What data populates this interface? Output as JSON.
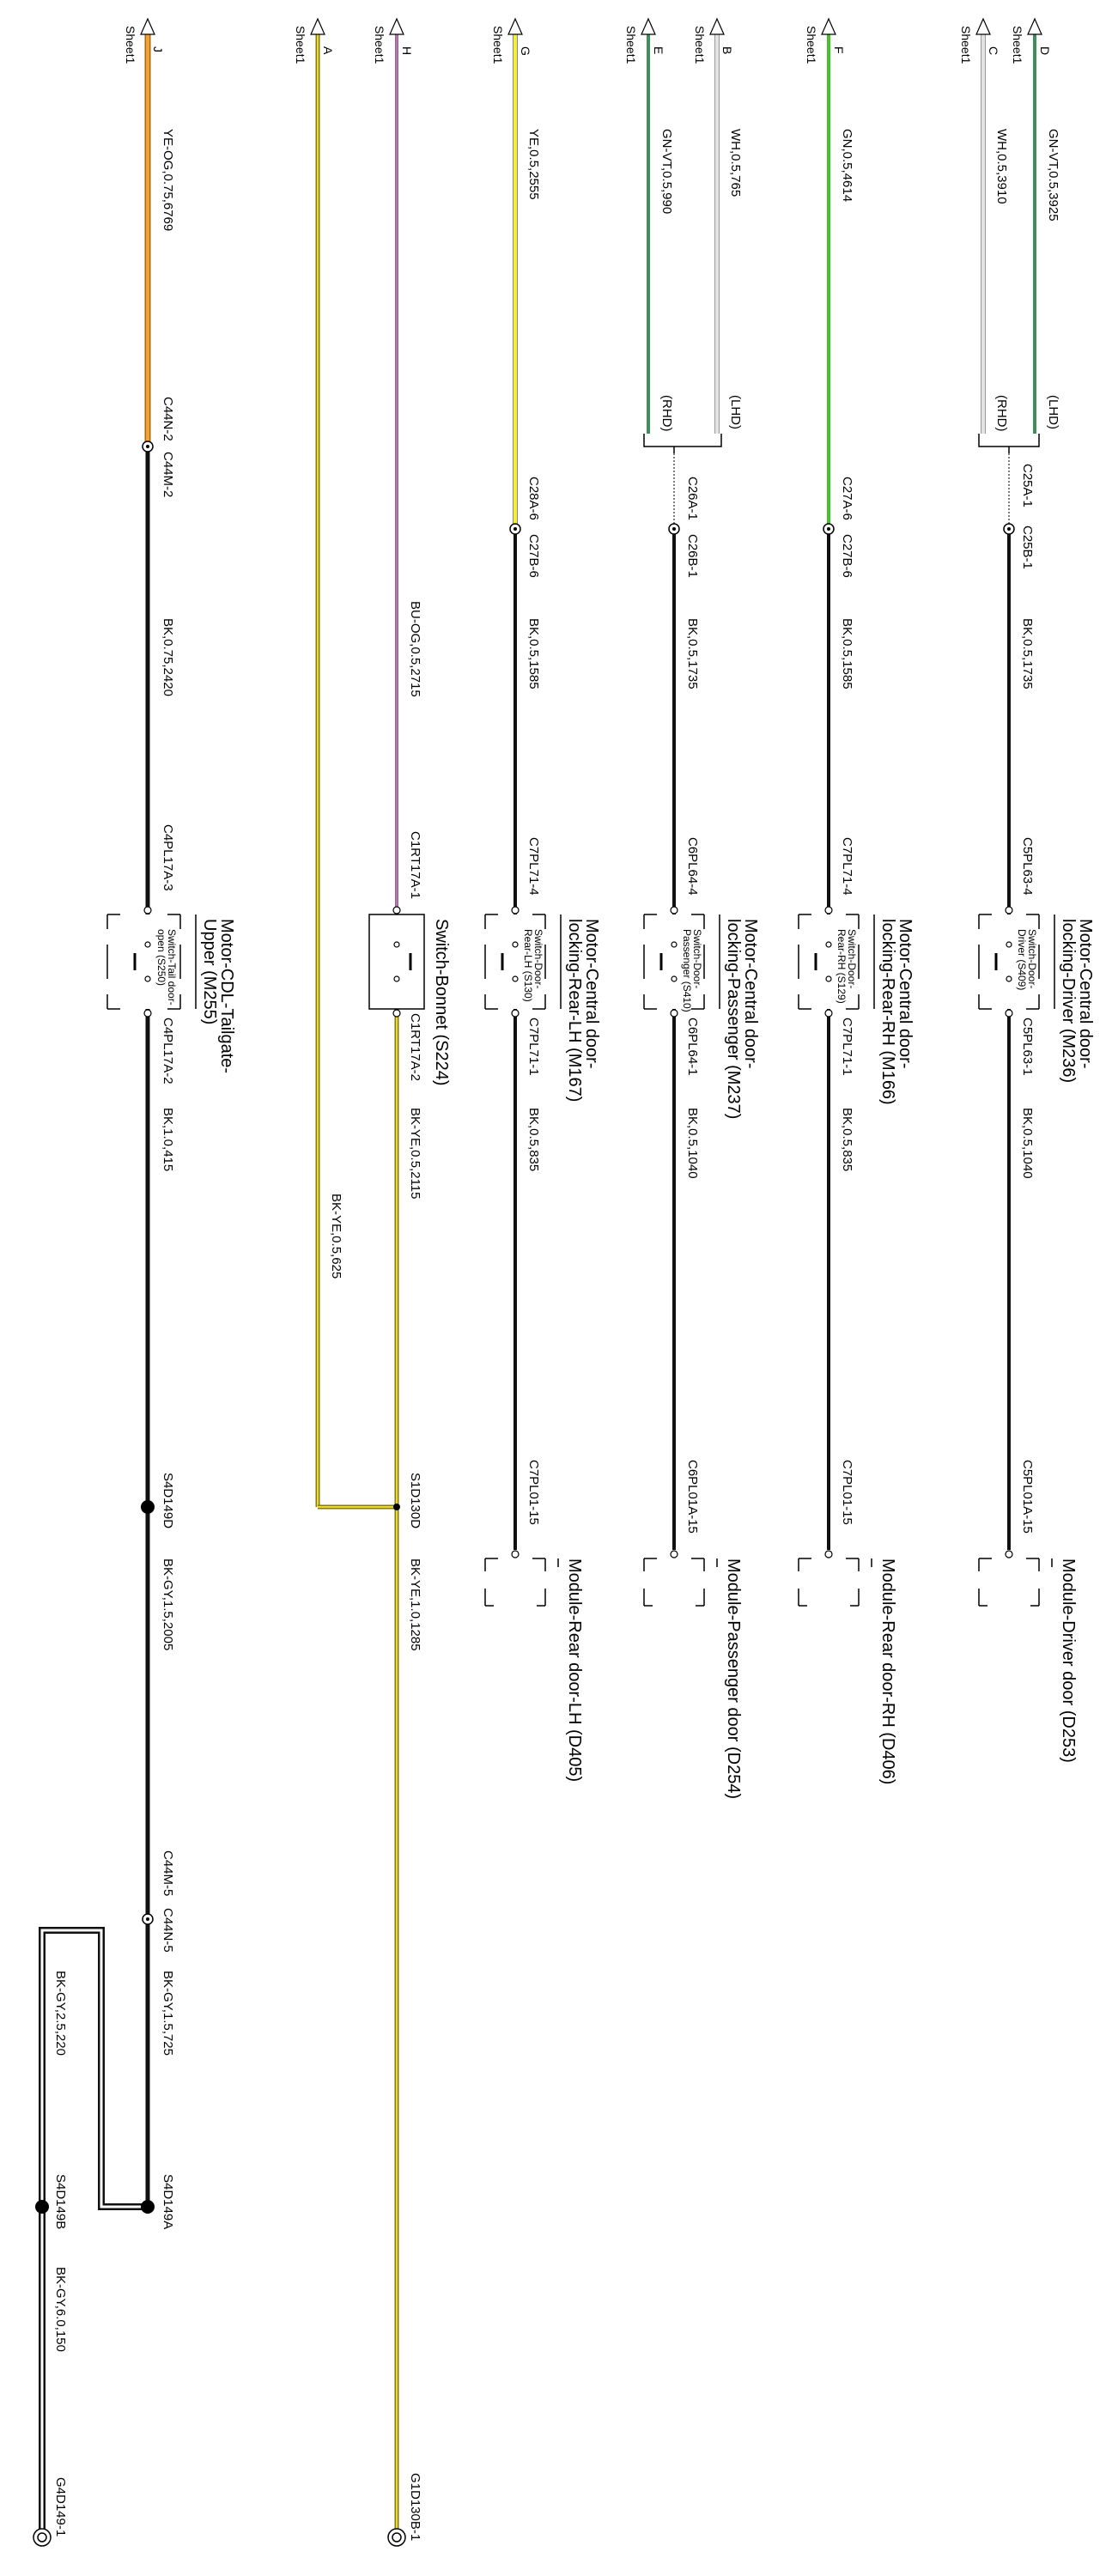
{
  "colors": {
    "GN-VT": "#3f8f5a",
    "WH": "#e3e3e3",
    "GN": "#44c22a",
    "YE": "#f2f03a",
    "YE-OG": "#f0a23a",
    "BK": "#111111",
    "BU-OG": "#8a5fd1",
    "BK-YE": "#b7a820",
    "BK-GY": "#555555"
  },
  "offsheet": [
    {
      "sheet": "Sheet1",
      "letter": "D"
    },
    {
      "sheet": "Sheet1",
      "letter": "C"
    },
    {
      "sheet": "Sheet1",
      "letter": "F"
    },
    {
      "sheet": "Sheet1",
      "letter": "B"
    },
    {
      "sheet": "Sheet1",
      "letter": "E"
    },
    {
      "sheet": "Sheet1",
      "letter": "G"
    },
    {
      "sheet": "Sheet1",
      "letter": "H"
    },
    {
      "sheet": "Sheet1",
      "letter": "A"
    },
    {
      "sheet": "Sheet1",
      "letter": "J"
    }
  ],
  "wires": [
    "GN-VT,0.5,3925",
    "WH,0.5,3910",
    "GN,0.5,4614",
    "WH,0.5,765",
    "GN-VT,0.5,990",
    "YE,0.5,2555",
    "BU-OG,0.5,2715",
    "YE-OG,0.75,6769",
    "BK,0.5,1735",
    "BK,0.5,1585",
    "BK,0.5,1735",
    "BK,0.5,1585",
    "BK,0.75,2420",
    "BK,0.5,1040",
    "BK,0.5,835",
    "BK,0.5,1040",
    "BK,0.5,835",
    "BK,1.0,415",
    "BK-YE,0.5,2115",
    "BK-YE,0.5,625",
    "BK-YE,1.0,1285",
    "BK-GY,1.5,2005",
    "BK-GY,1.5,725",
    "BK-GY,2.5,220",
    "BK-GY,6.0,150"
  ],
  "variants": [
    "(LHD)",
    "(RHD)",
    "(LHD)",
    "(RHD)"
  ],
  "connectors": [
    "C25A-1",
    "C25B-1",
    "C27A-6",
    "C27B-6",
    "C26A-1",
    "C26B-1",
    "C28A-6",
    "C27B-6",
    "C44N-2",
    "C44M-2",
    "C5PL63-4",
    "C7PL71-4",
    "C6PL64-4",
    "C7PL71-4",
    "C1RT17A-1",
    "C4PL17A-3",
    "C5PL63-1",
    "C7PL71-1",
    "C6PL64-1",
    "C7PL71-1",
    "C1RT17A-2",
    "C4PL17A-2",
    "C5PL01A-15",
    "C7PL01-15",
    "C6PL01A-15",
    "C7PL01-15",
    "C44M-5",
    "C44N-5"
  ],
  "splices": [
    "S1D130D",
    "S4D149D",
    "S4D149A",
    "S4D149B"
  ],
  "grounds": [
    "G1D130B-1",
    "G4D149-1"
  ],
  "components": [
    {
      "title1": "Motor-Central door-",
      "title2": "locking-Driver (M236)",
      "switch1": "Switch-Door-",
      "switch2": "Driver (S409)"
    },
    {
      "title1": "Motor-Central door-",
      "title2": "locking-Rear-RH (M166)",
      "switch1": "Switch-Door-",
      "switch2": "Rear-RH (S129)"
    },
    {
      "title1": "Motor-Central door-",
      "title2": "locking-Passenger (M237)",
      "switch1": "Switch-Door-",
      "switch2": "Passenger (S410)"
    },
    {
      "title1": "Motor-Central door-",
      "title2": "locking-Rear-LH (M167)",
      "switch1": "Switch-Door-",
      "switch2": "Rear-LH (S130)"
    },
    {
      "title1": "Switch-Bonnet (S224)",
      "title2": "",
      "switch1": "",
      "switch2": ""
    },
    {
      "title1": "Motor-CDL-Tailgate-",
      "title2": "Upper (M255)",
      "switch1": "Switch-Tail door-",
      "switch2": "open (S250)"
    }
  ],
  "modules": [
    "Module-Driver door (D253)",
    "Module-Rear door-RH (D406)",
    "Module-Passenger door (D254)",
    "Module-Rear door-LH (D405)"
  ]
}
